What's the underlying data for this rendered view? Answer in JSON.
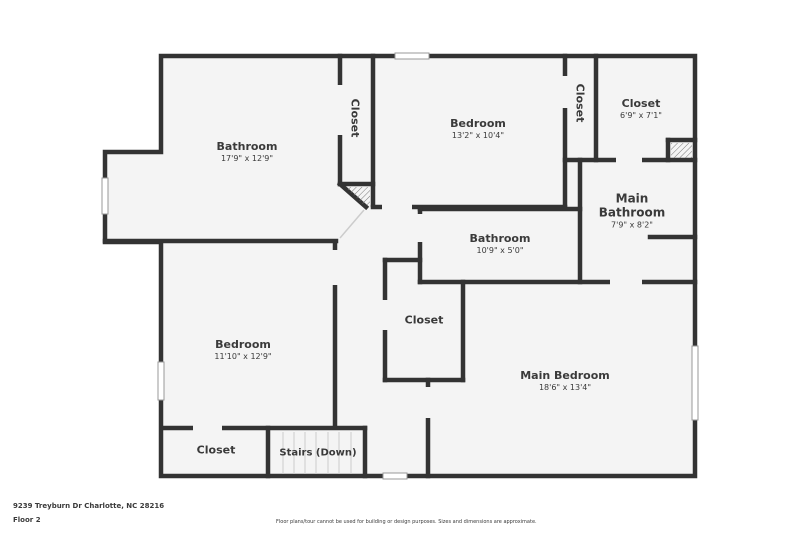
{
  "floorplan": {
    "rooms": [
      {
        "name": "Bathroom",
        "dims": "17'9\" x 12'9\""
      },
      {
        "name": "Closet",
        "dims": ""
      },
      {
        "name": "Bedroom",
        "dims": "13'2\" x 10'4\""
      },
      {
        "name": "Closet",
        "dims": ""
      },
      {
        "name": "Closet",
        "dims": "6'9\" x 7'1\""
      },
      {
        "name": "Main Bathroom",
        "dims": "7'9\" x 8'2\""
      },
      {
        "name": "Bathroom",
        "dims": "10'9\" x 5'0\""
      },
      {
        "name": "Closet",
        "dims": ""
      },
      {
        "name": "Bedroom",
        "dims": "11'10\" x 12'9\""
      },
      {
        "name": "Main Bedroom",
        "dims": "18'6\" x 13'4\""
      },
      {
        "name": "Closet",
        "dims": ""
      },
      {
        "name": "Stairs (Down)",
        "dims": ""
      }
    ],
    "colors": {
      "wall": "#333333",
      "floor": "#f4f4f4",
      "text": "#3a3a3a"
    }
  },
  "footer": {
    "address": "9239 Treyburn Dr Charlotte, NC 28216",
    "floor": "Floor 2",
    "disclaimer": "Floor plans/tour cannot be used for building or design purposes. Sizes and dimensions are approximate."
  }
}
